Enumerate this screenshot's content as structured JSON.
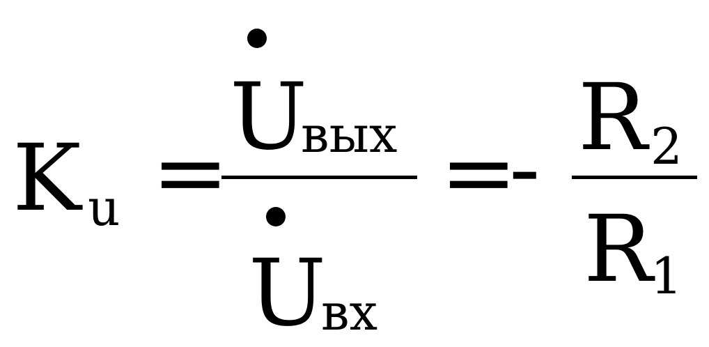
{
  "formula": {
    "lhs": {
      "symbol": "K",
      "subscript": "u"
    },
    "equals_1": "=",
    "fraction_1": {
      "numerator": {
        "symbol": "U",
        "subscript": "вых"
      },
      "denominator": {
        "symbol": "U",
        "subscript": "вх"
      }
    },
    "equals_2": "=",
    "minus": "-",
    "fraction_2": {
      "numerator": {
        "symbol": "R",
        "subscript": "2"
      },
      "denominator": {
        "symbol": "R",
        "subscript": "1"
      }
    }
  },
  "colors": {
    "ink": "#000000",
    "background": "#ffffff"
  }
}
